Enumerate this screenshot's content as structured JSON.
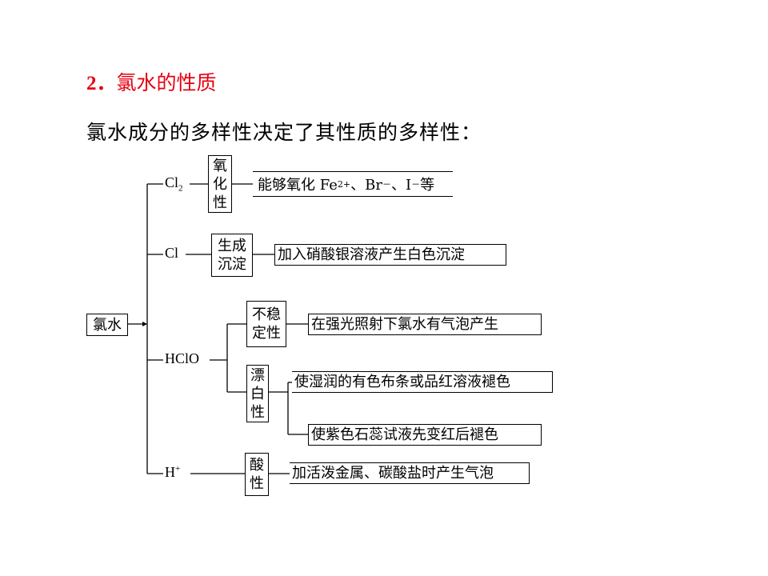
{
  "heading": {
    "number": "2．",
    "title": "氯水的性质"
  },
  "intro": "氯水成分的多样性决定了其性质的多样性：",
  "root": {
    "label": "氯水"
  },
  "species": {
    "cl2": {
      "main": "Cl",
      "sub": "2"
    },
    "cl": {
      "main": "Cl"
    },
    "hclo": {
      "main": "HClO"
    },
    "h": {
      "main": "H",
      "sup": "+"
    }
  },
  "properties": {
    "oxidizing": [
      "氧",
      "化",
      "性"
    ],
    "precipitate": [
      "生成",
      "沉淀"
    ],
    "unstable": [
      "不稳",
      "定性"
    ],
    "bleaching": [
      "漂",
      "白",
      "性"
    ],
    "acidic": [
      "酸",
      "性"
    ]
  },
  "results": {
    "oxidize": {
      "pre": "能够氧化 Fe",
      "sup1": "2+",
      "mid1": "、Br",
      "sup2": "－",
      "mid2": "、I",
      "sup3": "－",
      "post": " 等"
    },
    "silver": "加入硝酸银溶液产生白色沉淀",
    "light": "在强光照射下氯水有气泡产生",
    "bleach": "使湿润的有色布条或品红溶液褪色",
    "litmus": "使紫色石蕊试液先变红后褪色",
    "metal": "加活泼金属、碳酸盐时产生气泡"
  }
}
